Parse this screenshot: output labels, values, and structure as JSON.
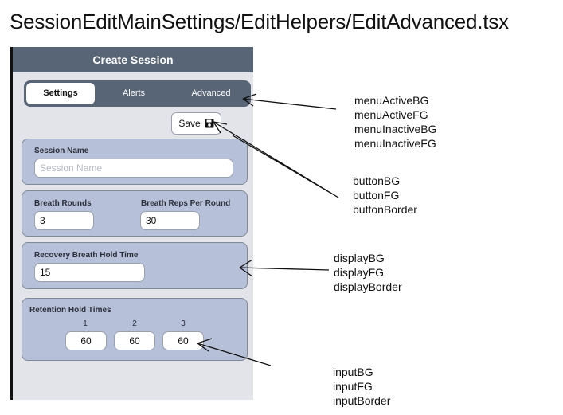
{
  "document_title": "SessionEditMainSettings/EditHelpers/EditAdvanced.tsx",
  "app": {
    "title": "Create Session",
    "tabs": [
      {
        "label": "Settings",
        "active": true
      },
      {
        "label": "Alerts",
        "active": false
      },
      {
        "label": "Advanced",
        "active": false
      }
    ],
    "save_button": {
      "label": "Save",
      "icon": "floppy-disk-icon"
    },
    "session_name": {
      "label": "Session Name",
      "value": "",
      "placeholder": "Session Name"
    },
    "breath_rounds": {
      "label": "Breath Rounds",
      "value": "3"
    },
    "breath_reps": {
      "label": "Breath Reps Per Round",
      "value": "30"
    },
    "recovery_hold": {
      "label": "Recovery Breath Hold Time",
      "value": "15"
    },
    "retention": {
      "label": "Retention Hold Times",
      "items": [
        {
          "index": "1",
          "value": "60"
        },
        {
          "index": "2",
          "value": "60"
        },
        {
          "index": "3",
          "value": "60"
        }
      ]
    }
  },
  "annotations": {
    "menu": [
      "menuActiveBG",
      "menuActiveFG",
      "menuInactiveBG",
      "menuInactiveFG"
    ],
    "button": [
      "buttonBG",
      "buttonFG",
      "buttonBorder"
    ],
    "display": [
      "displayBG",
      "displayFG",
      "displayBorder"
    ],
    "input": [
      "inputBG",
      "inputFG",
      "inputBorder"
    ]
  },
  "colors": {
    "header_bg": "#586577",
    "card_bg": "#b7c0d9",
    "screen_bg": "#e3e4e9"
  }
}
